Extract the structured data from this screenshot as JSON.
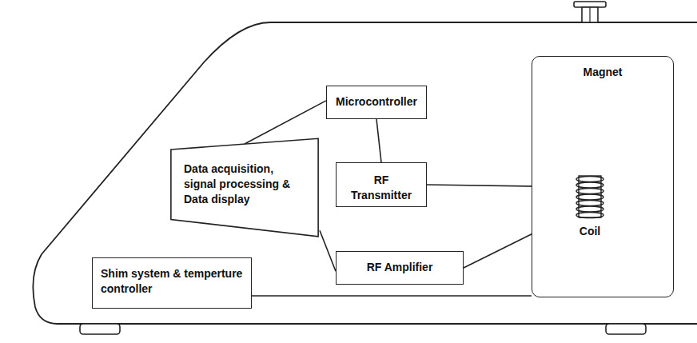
{
  "diagram": {
    "nodes": [
      {
        "text": [
          "Microcontroller"
        ]
      },
      {
        "text": [
          "Data acquisition, signal processing & Data display"
        ]
      },
      {
        "text": [
          "RF Transmitter"
        ]
      },
      {
        "text": [
          "RF Amplifier"
        ]
      },
      {
        "text": [
          "Magnet"
        ]
      },
      {
        "text": [
          "Coil"
        ],
        "in": 4
      },
      {
        "text": [
          "Shim system & temperture controller"
        ]
      }
    ],
    "edges": [
      {
        "from": 1,
        "to": 0,
        "arrow": "none"
      },
      {
        "from": 0,
        "to": 2,
        "arrow": "none"
      },
      {
        "from": 2,
        "to": 5,
        "arrow": "none"
      },
      {
        "from": 1,
        "to": 3,
        "arrow": "none"
      },
      {
        "from": 3,
        "to": 5,
        "arrow": "none"
      },
      {
        "from": 6,
        "to": 4,
        "arrow": "none"
      }
    ]
  }
}
